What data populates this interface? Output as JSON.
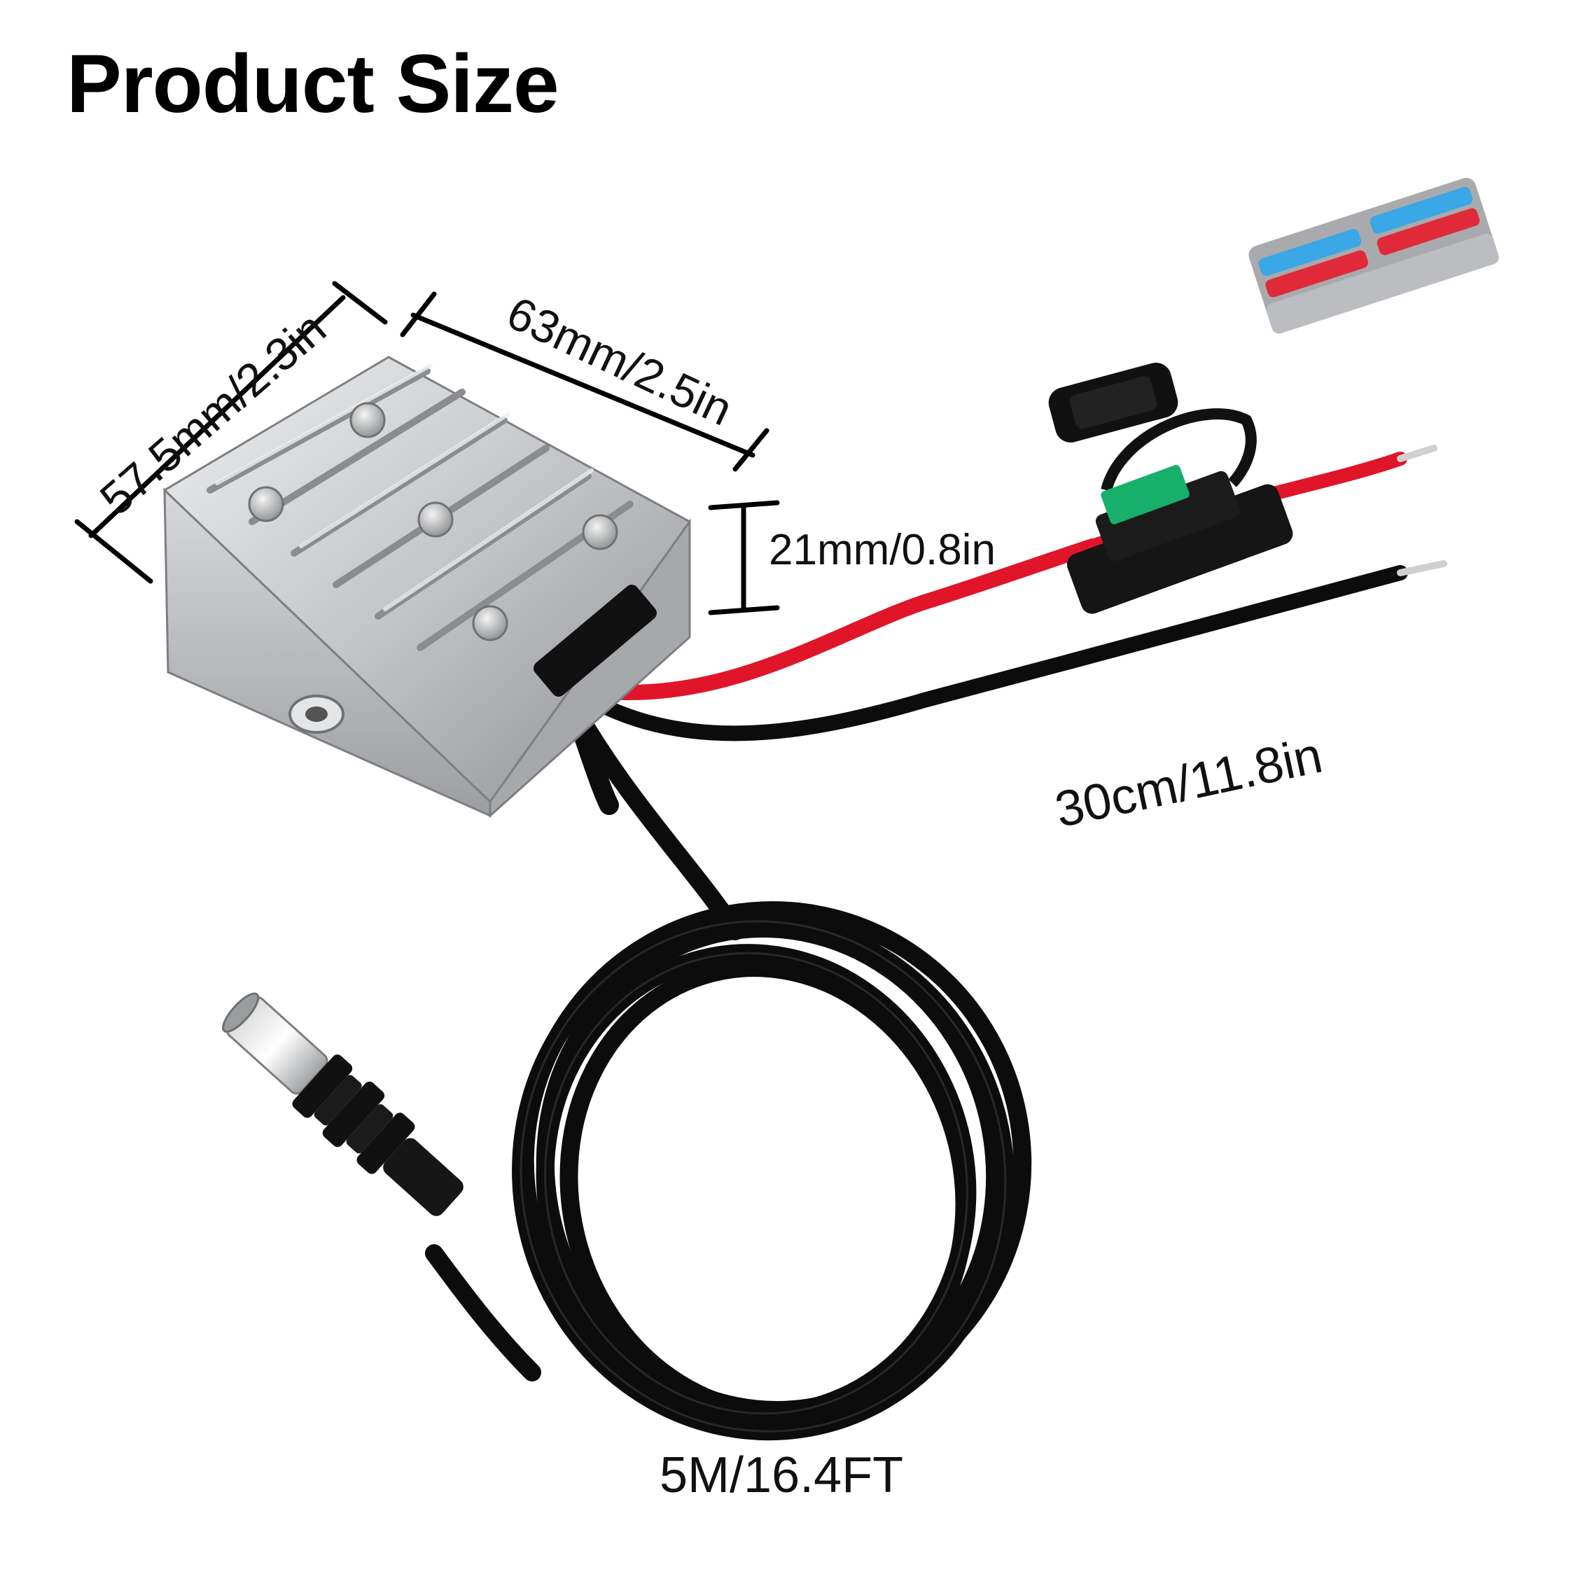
{
  "title": "Product Size",
  "dimensions": {
    "width": "57.5mm/2.3in",
    "length": "63mm/2.5in",
    "height": "21mm/0.8in",
    "wire_length": "30cm/11.8in",
    "cable_length": "5M/16.4FT"
  },
  "colors": {
    "aluminum": "#c9cacc",
    "aluminum_dark": "#8e9093",
    "cable_black": "#0c0c0c",
    "wire_red": "#e0152a",
    "fuse_green": "#17b06a",
    "connector_blue": "#3aa7e6",
    "connector_red": "#e02a3a",
    "connector_grey": "#a9aaad"
  }
}
